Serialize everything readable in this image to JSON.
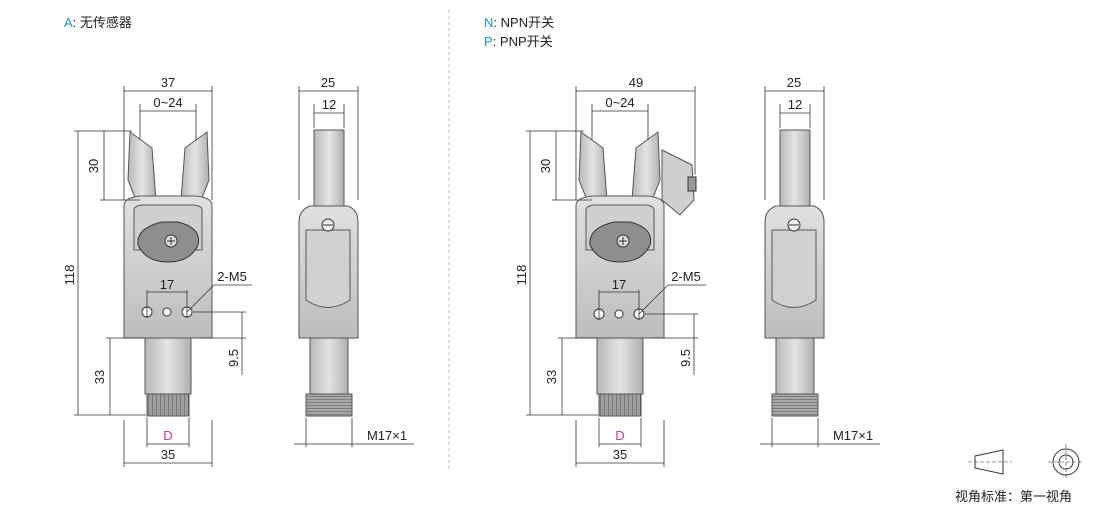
{
  "options": {
    "a": {
      "key": "A",
      "sep": ":",
      "text": "无传感器"
    },
    "n": {
      "key": "N",
      "sep": ":",
      "text": "NPN开关"
    },
    "p": {
      "key": "P",
      "sep": ":",
      "text": "PNP开关"
    }
  },
  "left": {
    "front": {
      "width_top": "37",
      "stroke": "0~24",
      "jaw_len": "30",
      "total_len": "118",
      "hole_pitch": "17",
      "hole_label": "2-M5",
      "bottom_len": "33",
      "offset": "9.5",
      "connector_label": "D",
      "base_width": "35"
    },
    "side": {
      "width": "25",
      "inner": "12",
      "thread": "M17×1"
    }
  },
  "right": {
    "front": {
      "width_top": "49",
      "stroke": "0~24",
      "jaw_len": "30",
      "total_len": "118",
      "hole_pitch": "17",
      "hole_label": "2-M5",
      "bottom_len": "33",
      "offset": "9.5",
      "connector_label": "D",
      "base_width": "35"
    },
    "side": {
      "width": "25",
      "inner": "12",
      "thread": "M17×1"
    }
  },
  "view_note": "视角标准：第一视角",
  "colors": {
    "accent": "#1a8fd6",
    "pink": "#c0399c",
    "body": "#d4d4d4"
  }
}
